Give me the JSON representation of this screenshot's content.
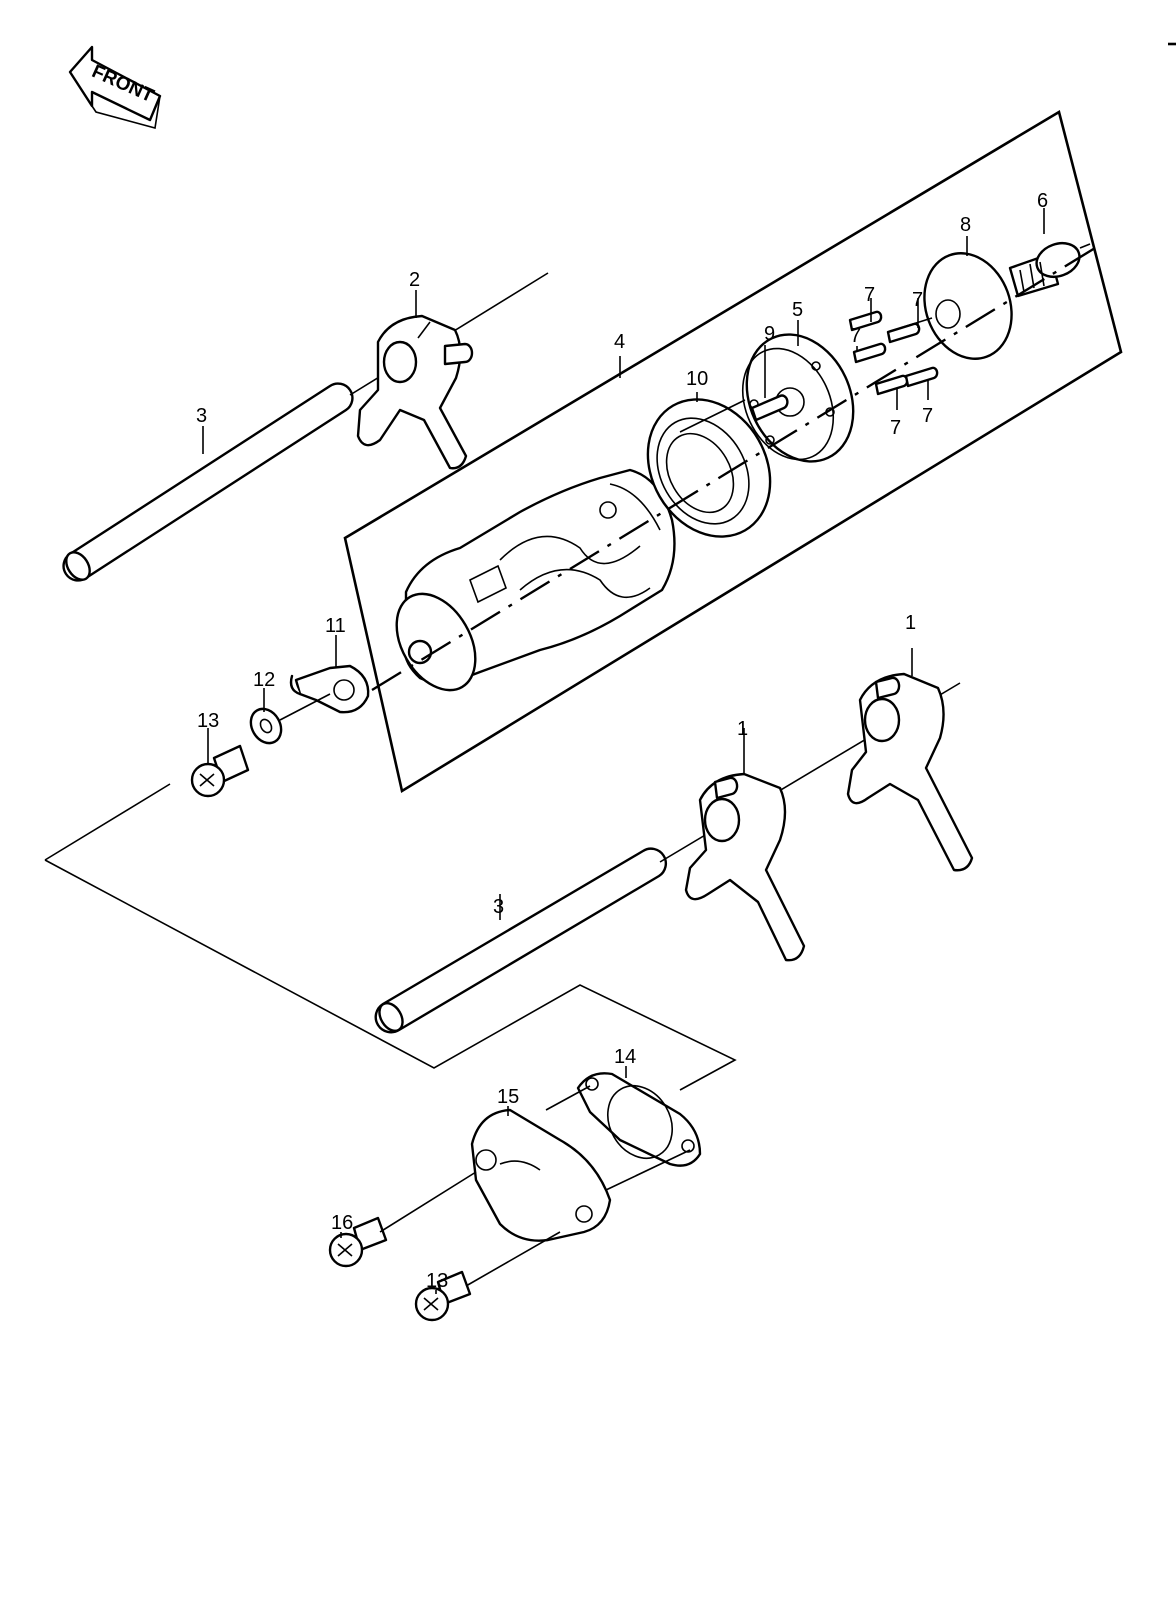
{
  "front_arrow": {
    "text": "FRONT"
  },
  "callouts": {
    "c1a": "1",
    "c1b": "1",
    "c2": "2",
    "c3a": "3",
    "c3b": "3",
    "c4": "4",
    "c5": "5",
    "c6": "6",
    "c7a": "7",
    "c7b": "7",
    "c7c": "7",
    "c7d": "7",
    "c7e": "7",
    "c8": "8",
    "c9": "9",
    "c10": "10",
    "c11": "11",
    "c12": "12",
    "c13a": "13",
    "c13b": "13",
    "c14": "14",
    "c15": "15",
    "c16": "16"
  }
}
